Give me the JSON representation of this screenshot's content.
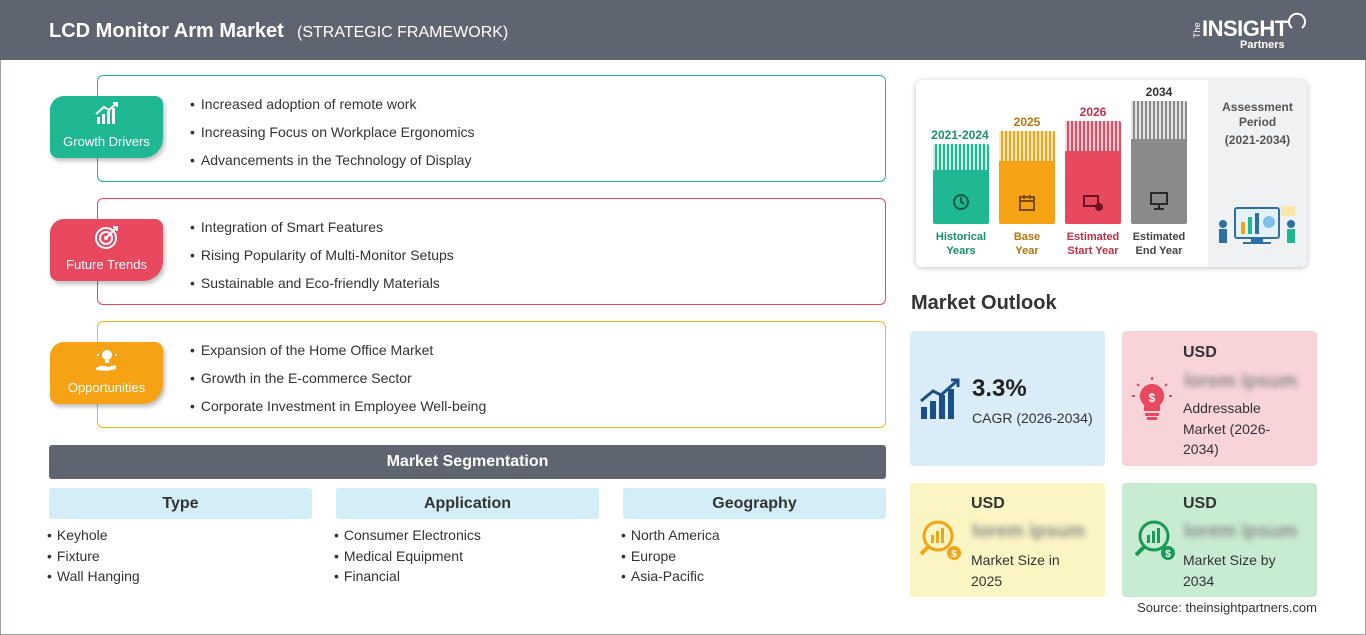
{
  "header": {
    "title": "LCD Monitor Arm Market",
    "subtitle": "(STRATEGIC FRAMEWORK)",
    "logo": {
      "the": "The",
      "insight": "INSIGHT",
      "partners": "Partners"
    }
  },
  "framework": [
    {
      "label": "Growth Drivers",
      "color": "#1fb892",
      "icon": "growth-chart-icon",
      "items": [
        "Increased adoption of remote work",
        "Increasing Focus on Workplace Ergonomics",
        "Advancements in the Technology of Display"
      ]
    },
    {
      "label": "Future Trends",
      "color": "#e8495f",
      "icon": "target-icon",
      "items": [
        "Integration of Smart Features",
        "Rising Popularity of Multi-Monitor Setups",
        "Sustainable and Eco-friendly Materials"
      ]
    },
    {
      "label": "Opportunities",
      "color": "#f5a314",
      "icon": "lightbulb-hand-icon",
      "items": [
        "Expansion of the Home Office Market",
        "Growth in the E-commerce Sector",
        "Corporate Investment in Employee Well-being"
      ]
    }
  ],
  "segmentation": {
    "title": "Market Segmentation",
    "columns": [
      {
        "heading": "Type",
        "items": [
          "Keyhole",
          "Fixture",
          "Wall Hanging"
        ]
      },
      {
        "heading": "Application",
        "items": [
          "Consumer Electronics",
          "Medical Equipment",
          "Financial"
        ]
      },
      {
        "heading": "Geography",
        "items": [
          "North America",
          "Europe",
          "Asia-Pacific"
        ]
      }
    ]
  },
  "timeline": {
    "bars": [
      {
        "year": "2021-2024",
        "label_line1": "Historical",
        "label_line2": "Years",
        "color": "#1fb892",
        "icon": "history-icon"
      },
      {
        "year": "2025",
        "label_line1": "Base",
        "label_line2": "Year",
        "color": "#f5a314",
        "icon": "calendar-icon"
      },
      {
        "year": "2026",
        "label_line1": "Estimated",
        "label_line2": "Start Year",
        "color": "#e8495f",
        "icon": "forecast-start-icon"
      },
      {
        "year": "2034",
        "label_line1": "Estimated",
        "label_line2": "End Year",
        "color": "#8a8a8a",
        "icon": "forecast-end-icon"
      }
    ],
    "assessment_title": "Assessment Period",
    "assessment_period": "(2021-2034)"
  },
  "outlook": {
    "title": "Market Outlook",
    "cagr": {
      "value": "3.3%",
      "label": "CAGR (2026-2034)",
      "bg": "#d9ecf7"
    },
    "addressable": {
      "currency": "USD",
      "value": "lorem ipsum",
      "label": "Addressable Market (2026-2034)",
      "bg": "#f8d4d9"
    },
    "size_2025": {
      "currency": "USD",
      "value": "lorem ipsum",
      "label": "Market Size in 2025",
      "bg": "#fbf5c4"
    },
    "size_2034": {
      "currency": "USD",
      "value": "lorem ipsum",
      "label": "Market Size by 2034",
      "bg": "#c8ecd1"
    }
  },
  "source": "Source: theinsightpartners.com"
}
